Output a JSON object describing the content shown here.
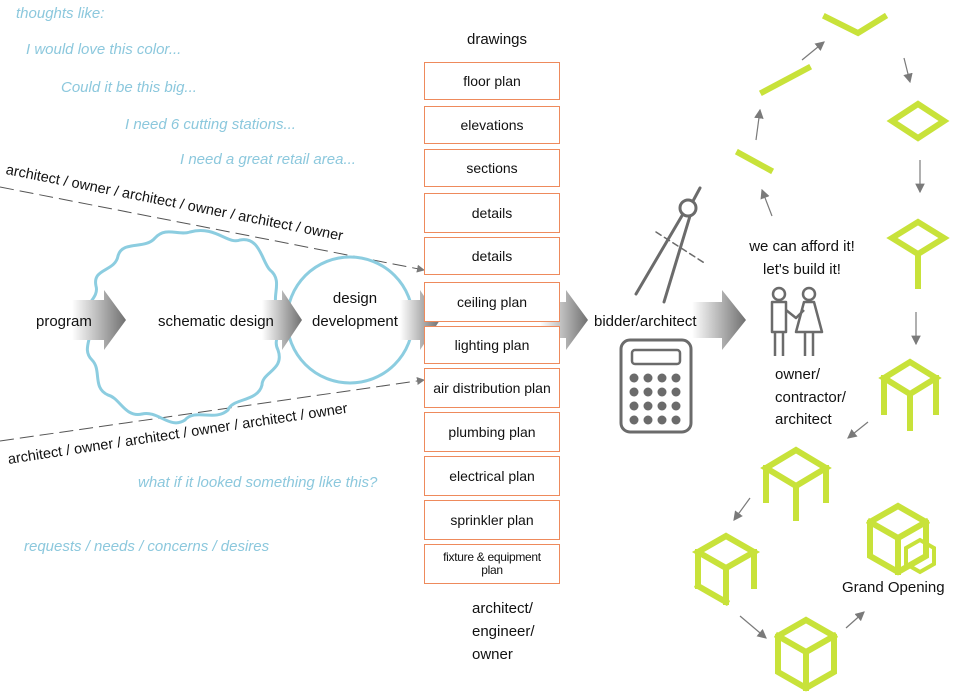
{
  "thoughts": {
    "header": "thoughts like:",
    "items": [
      "I would love this color...",
      "Could it be this big...",
      "I need 6 cutting stations...",
      "I need a great retail area..."
    ]
  },
  "bottom_thoughts": {
    "question": "what if it looked something like this?",
    "requests": "requests / needs / concerns / desires"
  },
  "dialogue": {
    "top": "architect / owner / architect / owner / architect / owner",
    "bottom": "architect / owner / architect / owner / architect / owner"
  },
  "stages": {
    "program": "program",
    "schematic": "schematic design",
    "development_1": "design",
    "development_2": "development",
    "bidder": "bidder/architect"
  },
  "drawings": {
    "header": "drawings",
    "items": [
      "floor plan",
      "elevations",
      "sections",
      "details",
      "details",
      "ceiling plan",
      "lighting plan",
      "air distribution plan",
      "plumbing plan",
      "electrical plan",
      "sprinkler plan",
      "fixture & equipment plan"
    ],
    "footer": [
      "architect/",
      "engineer/",
      "owner"
    ]
  },
  "construction": {
    "quote_1": "we can afford it!",
    "quote_2": "let's build it!",
    "parties": [
      "owner/",
      "contractor/",
      "architect"
    ],
    "grand_opening": "Grand Opening"
  },
  "colors": {
    "thought_blue": "#8cc8dd",
    "box_orange": "#ee8a5c",
    "build_green": "#c8e23a",
    "arrow_gray": "#7a7a7a",
    "icon_gray": "#6b6b6b"
  }
}
